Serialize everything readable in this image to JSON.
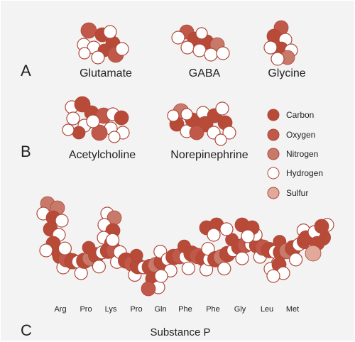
{
  "colors": {
    "background": "#f3f3f3",
    "carbon": "#b84a38",
    "oxygen": "#c0594a",
    "nitrogen": "#c87a6a",
    "hydrogen": "#ffffff",
    "sulfur": "#e1a99a",
    "outline": "#b0483a"
  },
  "panels": {
    "a": {
      "letter": "A",
      "molecules": [
        {
          "name": "Glutamate"
        },
        {
          "name": "GABA"
        },
        {
          "name": "Glycine"
        }
      ]
    },
    "b": {
      "letter": "B",
      "molecules": [
        {
          "name": "Acetylcholine"
        },
        {
          "name": "Norepinephrine"
        }
      ]
    },
    "c": {
      "letter": "C",
      "title": "Substance P",
      "residues": [
        "Arg",
        "Pro",
        "Lys",
        "Pro",
        "Gln",
        "Phe",
        "Phe",
        "Gly",
        "Leu",
        "Met"
      ]
    }
  },
  "legend": {
    "items": [
      {
        "label": "Carbon",
        "color_key": "carbon"
      },
      {
        "label": "Oxygen",
        "color_key": "oxygen"
      },
      {
        "label": "Nitrogen",
        "color_key": "nitrogen"
      },
      {
        "label": "Hydrogen",
        "color_key": "hydrogen"
      },
      {
        "label": "Sulfur",
        "color_key": "sulfur"
      }
    ]
  }
}
